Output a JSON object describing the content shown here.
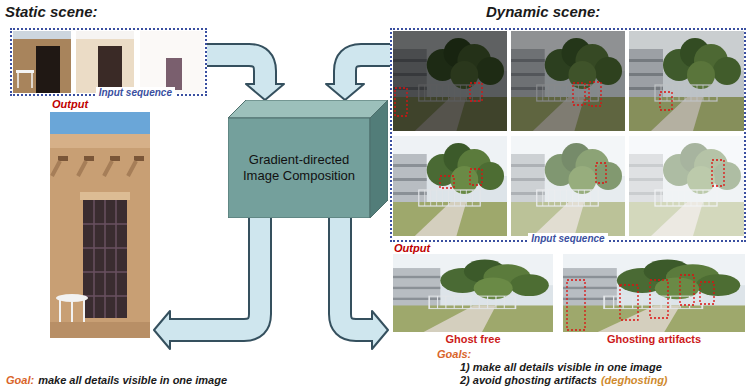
{
  "diagram": {
    "nodes": [
      {
        "text": [
          "Input sequence"
        ]
      },
      {
        "text": [
          "Gradient-directed Image Composition"
        ]
      },
      {
        "text": [
          "Input sequence"
        ]
      },
      {
        "text": [
          "Output"
        ]
      },
      {
        "text": [
          "Output"
        ]
      },
      {
        "text": [
          "Ghost free"
        ],
        "in": 4
      },
      {
        "text": [
          "Ghosting artifacts"
        ],
        "in": 4
      }
    ],
    "edges": [
      {
        "from": 0,
        "to": 1,
        "arrow": "to"
      },
      {
        "from": 2,
        "to": 1,
        "arrow": "to"
      },
      {
        "from": 1,
        "to": 3,
        "arrow": "to"
      },
      {
        "from": 1,
        "to": 4,
        "arrow": "to"
      }
    ],
    "labels": [
      "Static scene:",
      "Dynamic scene:",
      "Goal:",
      "make all details visible in one image",
      "Goals:",
      "1) make all details visible in one image",
      "2) avoid ghosting artifacts",
      "(deghosting)"
    ]
  }
}
